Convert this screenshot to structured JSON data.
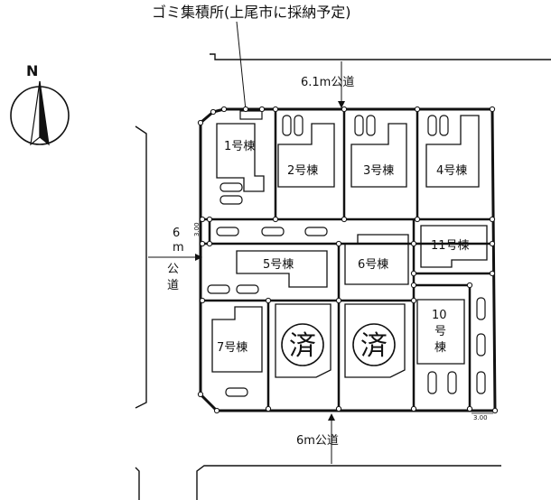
{
  "top_note": "ゴミ集積所(上尾市に採納予定)",
  "north_label": "N",
  "roads": {
    "top": "6.1m公道",
    "left_chars": [
      "6",
      "m",
      "公",
      "道"
    ],
    "bottom": "6m公道"
  },
  "dimensions": {
    "left_walk": "3.00",
    "right_walk": "3.00"
  },
  "lots": {
    "lot1": "1号棟",
    "lot2": "2号棟",
    "lot3": "3号棟",
    "lot4": "4号棟",
    "lot5": "5号棟",
    "lot6": "6号棟",
    "lot7": "7号棟",
    "lot10_lines": [
      "10",
      "号",
      "棟"
    ],
    "lot11": "11号棟"
  },
  "sold_mark": "済"
}
